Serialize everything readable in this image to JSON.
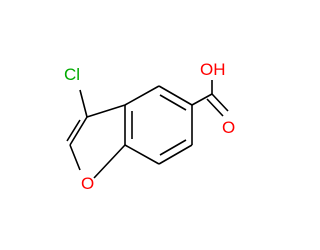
{
  "molecule": {
    "atoms": {
      "chlorine": "Cl",
      "hydroxyl": "OH",
      "carbonyl_oxygen": "O",
      "ring_oxygen": "O"
    },
    "colors": {
      "bond": "#000000",
      "oxygen": "#ff0000",
      "chlorine": "#00aa00"
    }
  }
}
